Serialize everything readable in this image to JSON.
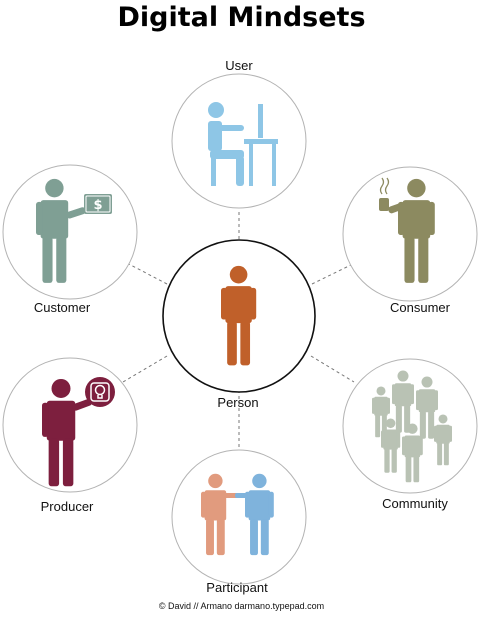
{
  "title": "Digital Mindsets",
  "center": {
    "label": "Person",
    "color": "#c0602a"
  },
  "nodes": [
    {
      "id": "user",
      "label": "User",
      "color": "#8ec6e6",
      "icon": "person-at-computer-icon"
    },
    {
      "id": "consumer",
      "label": "Consumer",
      "color": "#8c8a60",
      "icon": "person-with-coffee-icon"
    },
    {
      "id": "community",
      "label": "Community",
      "color": "#b9c2b4",
      "icon": "group-of-people-icon"
    },
    {
      "id": "participant",
      "label": "Participant",
      "color": "#e19b7e",
      "accent": "#7fb3dc",
      "icon": "two-people-handshake-icon"
    },
    {
      "id": "producer",
      "label": "Producer",
      "color": "#7d1f3e",
      "icon": "person-with-idea-icon"
    },
    {
      "id": "customer",
      "label": "Customer",
      "color": "#7f9f94",
      "icon": "person-with-money-icon",
      "money_symbol": "$"
    }
  ],
  "credit": "© David // Armano  darmano.typepad.com"
}
